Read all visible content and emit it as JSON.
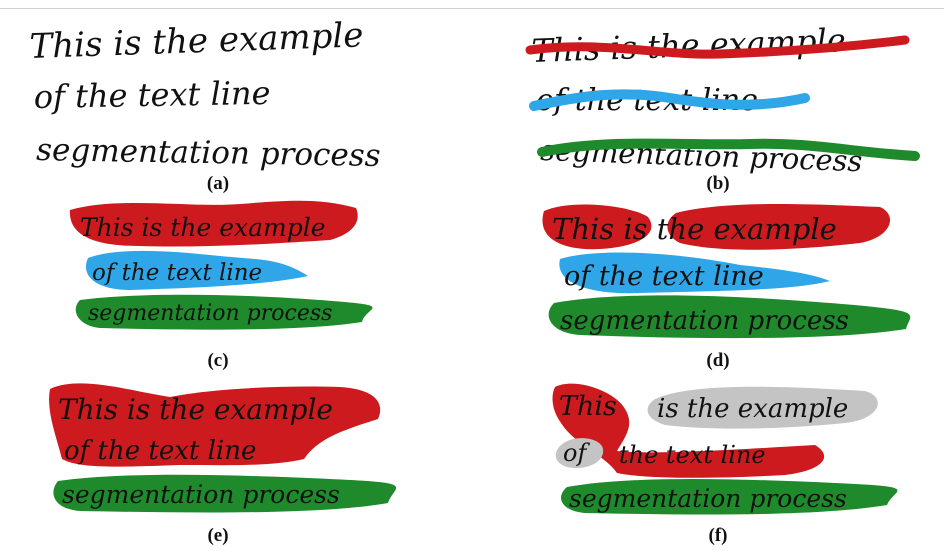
{
  "figure": {
    "lines": [
      "This is the example",
      "of the text line",
      "segmentation process"
    ],
    "panels": [
      {
        "id": "a",
        "label": "(a)"
      },
      {
        "id": "b",
        "label": "(b)"
      },
      {
        "id": "c",
        "label": "(c)"
      },
      {
        "id": "d",
        "label": "(d)"
      },
      {
        "id": "e",
        "label": "(e)"
      },
      {
        "id": "f",
        "label": "(f)"
      }
    ],
    "f_line1": [
      "This",
      "is the example"
    ],
    "f_line2": [
      "of",
      "the text line"
    ]
  },
  "colors": {
    "red": "#cc1a1f",
    "blue": "#2ea6e8",
    "green": "#1f8a2c",
    "gray": "#c4c4c4"
  }
}
